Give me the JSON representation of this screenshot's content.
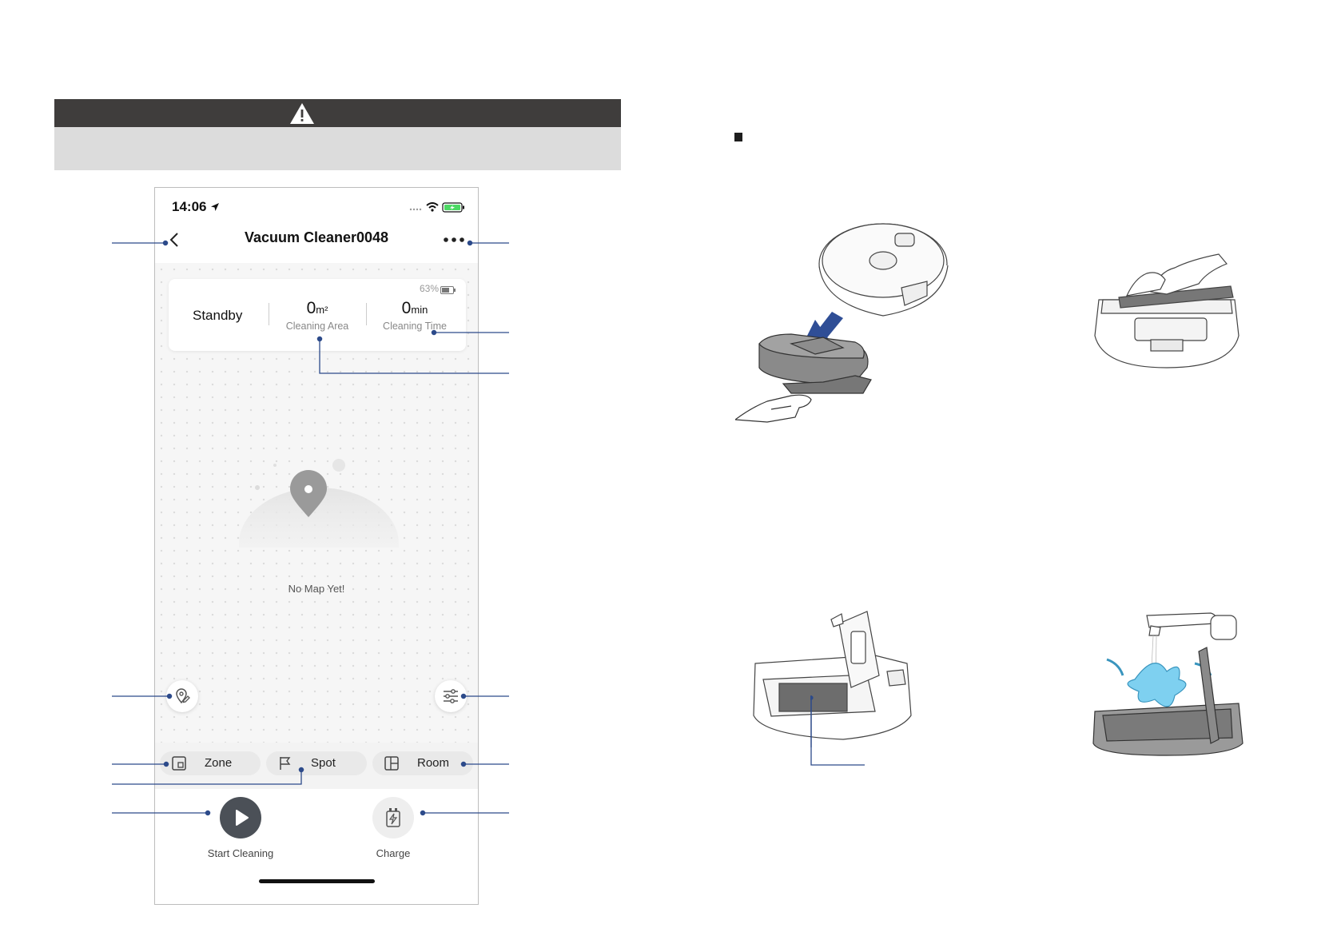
{
  "phone": {
    "status_time": "14:06",
    "title": "Vacuum Cleaner0048",
    "battery_percent": "63%",
    "state": "Standby",
    "area_value": "0",
    "area_unit": "m²",
    "area_label": "Cleaning Area",
    "time_value": "0",
    "time_unit": "min",
    "time_label": "Cleaning Time",
    "no_map": "No Map Yet!",
    "modes": [
      "Zone",
      "Spot",
      "Room"
    ],
    "start_label": "Start Cleaning",
    "charge_label": "Charge"
  },
  "icons": {
    "warning": "warning-triangle-icon",
    "back": "back-chevron-icon",
    "more": "more-dots-icon",
    "location_pin": "location-pin-icon",
    "settings": "sliders-icon",
    "zone": "zone-icon",
    "spot": "flag-icon",
    "room": "room-layout-icon",
    "play": "play-icon",
    "charge": "charging-dock-icon"
  },
  "colors": {
    "banner_dark": "#3f3d3c",
    "banner_light": "#dcdcdc",
    "callout_line": "#2c4a8a",
    "play_button": "#4b5057",
    "water": "#7ed0f0"
  }
}
